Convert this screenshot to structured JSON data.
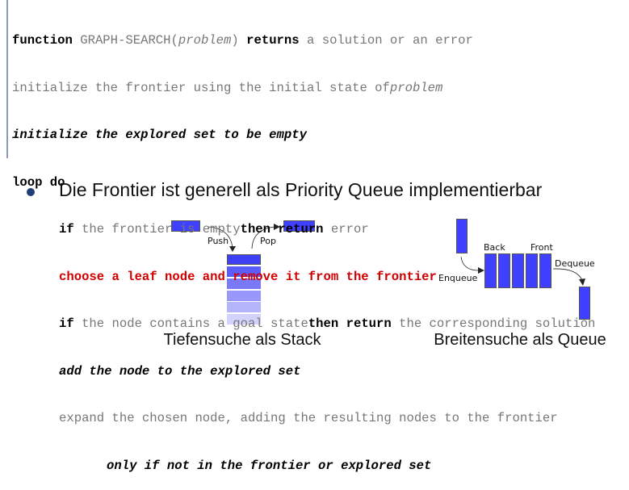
{
  "pseudocode": {
    "l1": {
      "kw1": "function",
      "name": " GRAPH-SEARCH(",
      "arg": "problem",
      "close": ") ",
      "kw2": "returns",
      "rest": " a solution or an error"
    },
    "l2": {
      "text": "initialize the frontier using the initial state of",
      "arg": "problem"
    },
    "l3": "initialize the explored set to be empty",
    "l4": "loop do",
    "l5": {
      "kw1": "if",
      "mid": " the frontier is empty",
      "kw2": "then return",
      "rest": " error"
    },
    "l6": "choose a leaf node and remove it from the frontier",
    "l7": {
      "kw1": "if",
      "mid": " the node contains a goal state",
      "kw2": "then return",
      "rest": " the corresponding solution"
    },
    "l8": "add the node to the explored set",
    "l9": "expand the chosen node, adding the resulting nodes to the frontier",
    "l10": "only if not in the frontier or explored set"
  },
  "bullet": "Die Frontier ist generell als Priority Queue implementierbar",
  "stack": {
    "push": "Push",
    "pop": "Pop",
    "caption": "Tiefensuche als Stack"
  },
  "queue": {
    "back": "Back",
    "front": "Front",
    "enqueue": "Enqueue",
    "dequeue": "Dequeue",
    "caption": "Breitensuche als Queue"
  },
  "colors": {
    "block": "#4040ff",
    "highlight": "#d00000"
  }
}
